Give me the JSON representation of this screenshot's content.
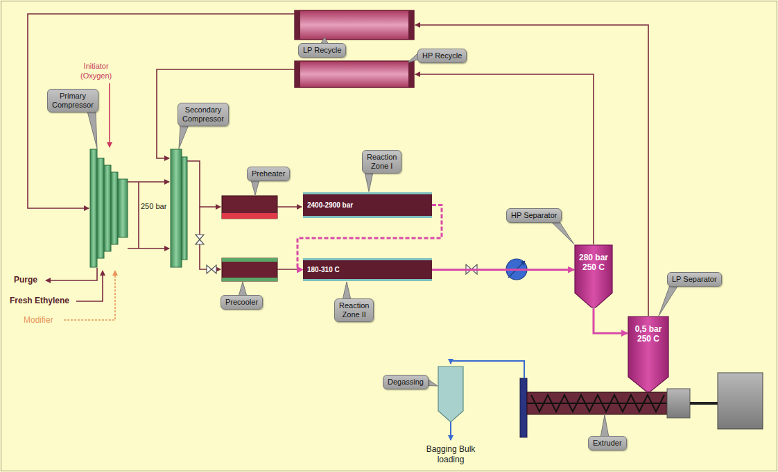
{
  "diagram": {
    "nodes": [
      {
        "text": [
          "LP Recycle"
        ]
      },
      {
        "text": [
          "HP Recycle"
        ]
      },
      {
        "text": [
          "Primary Compressor"
        ]
      },
      {
        "text": [
          "Secondary Compressor"
        ]
      },
      {
        "text": [
          "Preheater"
        ]
      },
      {
        "text": [
          "Reaction Zone I"
        ]
      },
      {
        "text": [
          "2400-2900 bar"
        ]
      },
      {
        "text": [
          "HP Separator"
        ]
      },
      {
        "text": [
          "180-310 C"
        ]
      },
      {
        "text": [
          "280 bar 250 C"
        ]
      },
      {
        "text": [
          "LP Separator"
        ]
      },
      {
        "text": [
          "Precooler"
        ]
      },
      {
        "text": [
          "Reaction Zone II"
        ]
      },
      {
        "text": [
          "0,5 bar 250 C"
        ]
      },
      {
        "text": [
          "Degassing"
        ]
      },
      {
        "text": [
          "Extruder"
        ]
      }
    ],
    "edges": [
      {
        "from": 6,
        "to": 8,
        "arrow": "to"
      },
      {
        "from": 8,
        "to": 9,
        "arrow": "to"
      },
      {
        "from": 9,
        "to": 13,
        "arrow": "to"
      }
    ],
    "labels": [
      "Initiator (Oxygen)",
      "250 bar",
      "Purge",
      "Fresh Ethylene",
      "Modifier",
      "Bagging Bulk loading"
    ]
  }
}
